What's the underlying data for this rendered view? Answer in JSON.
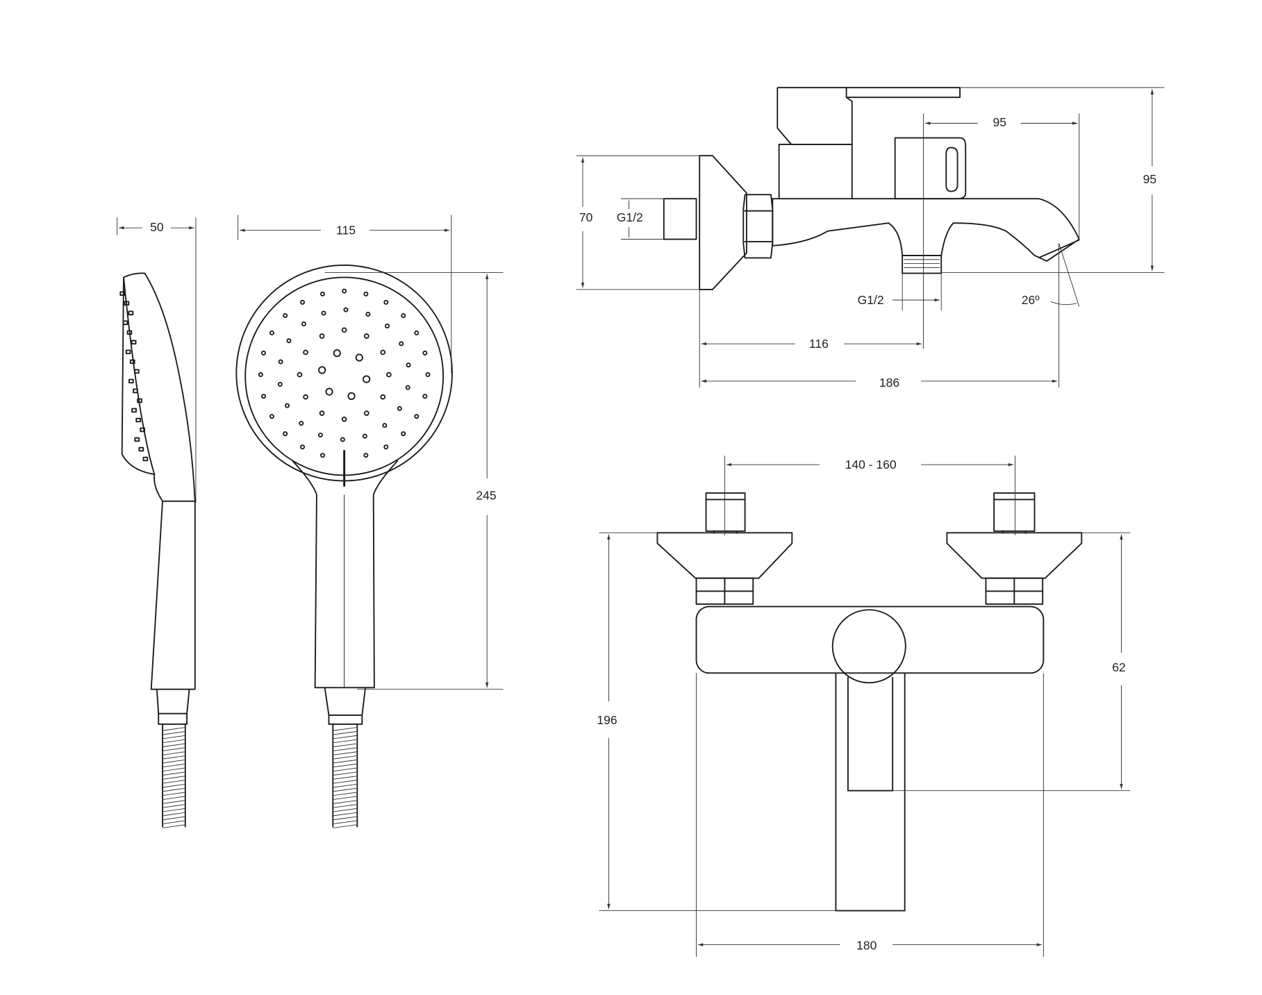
{
  "dimensions": {
    "handshower_depth": "50",
    "handshower_width": "115",
    "handshower_length": "245",
    "flange_height": "70",
    "inlet_thread": "G1/2",
    "spout_offset": "95",
    "total_height": "95",
    "outlet_thread": "G1/2",
    "spout_angle": "26º",
    "wall_to_outlet": "116",
    "total_projection": "186",
    "inlet_spacing": "140 - 160",
    "front_height": "196",
    "body_height": "62",
    "body_width": "180"
  },
  "colors": {
    "line": "#1a1a1a",
    "background": "#ffffff"
  }
}
